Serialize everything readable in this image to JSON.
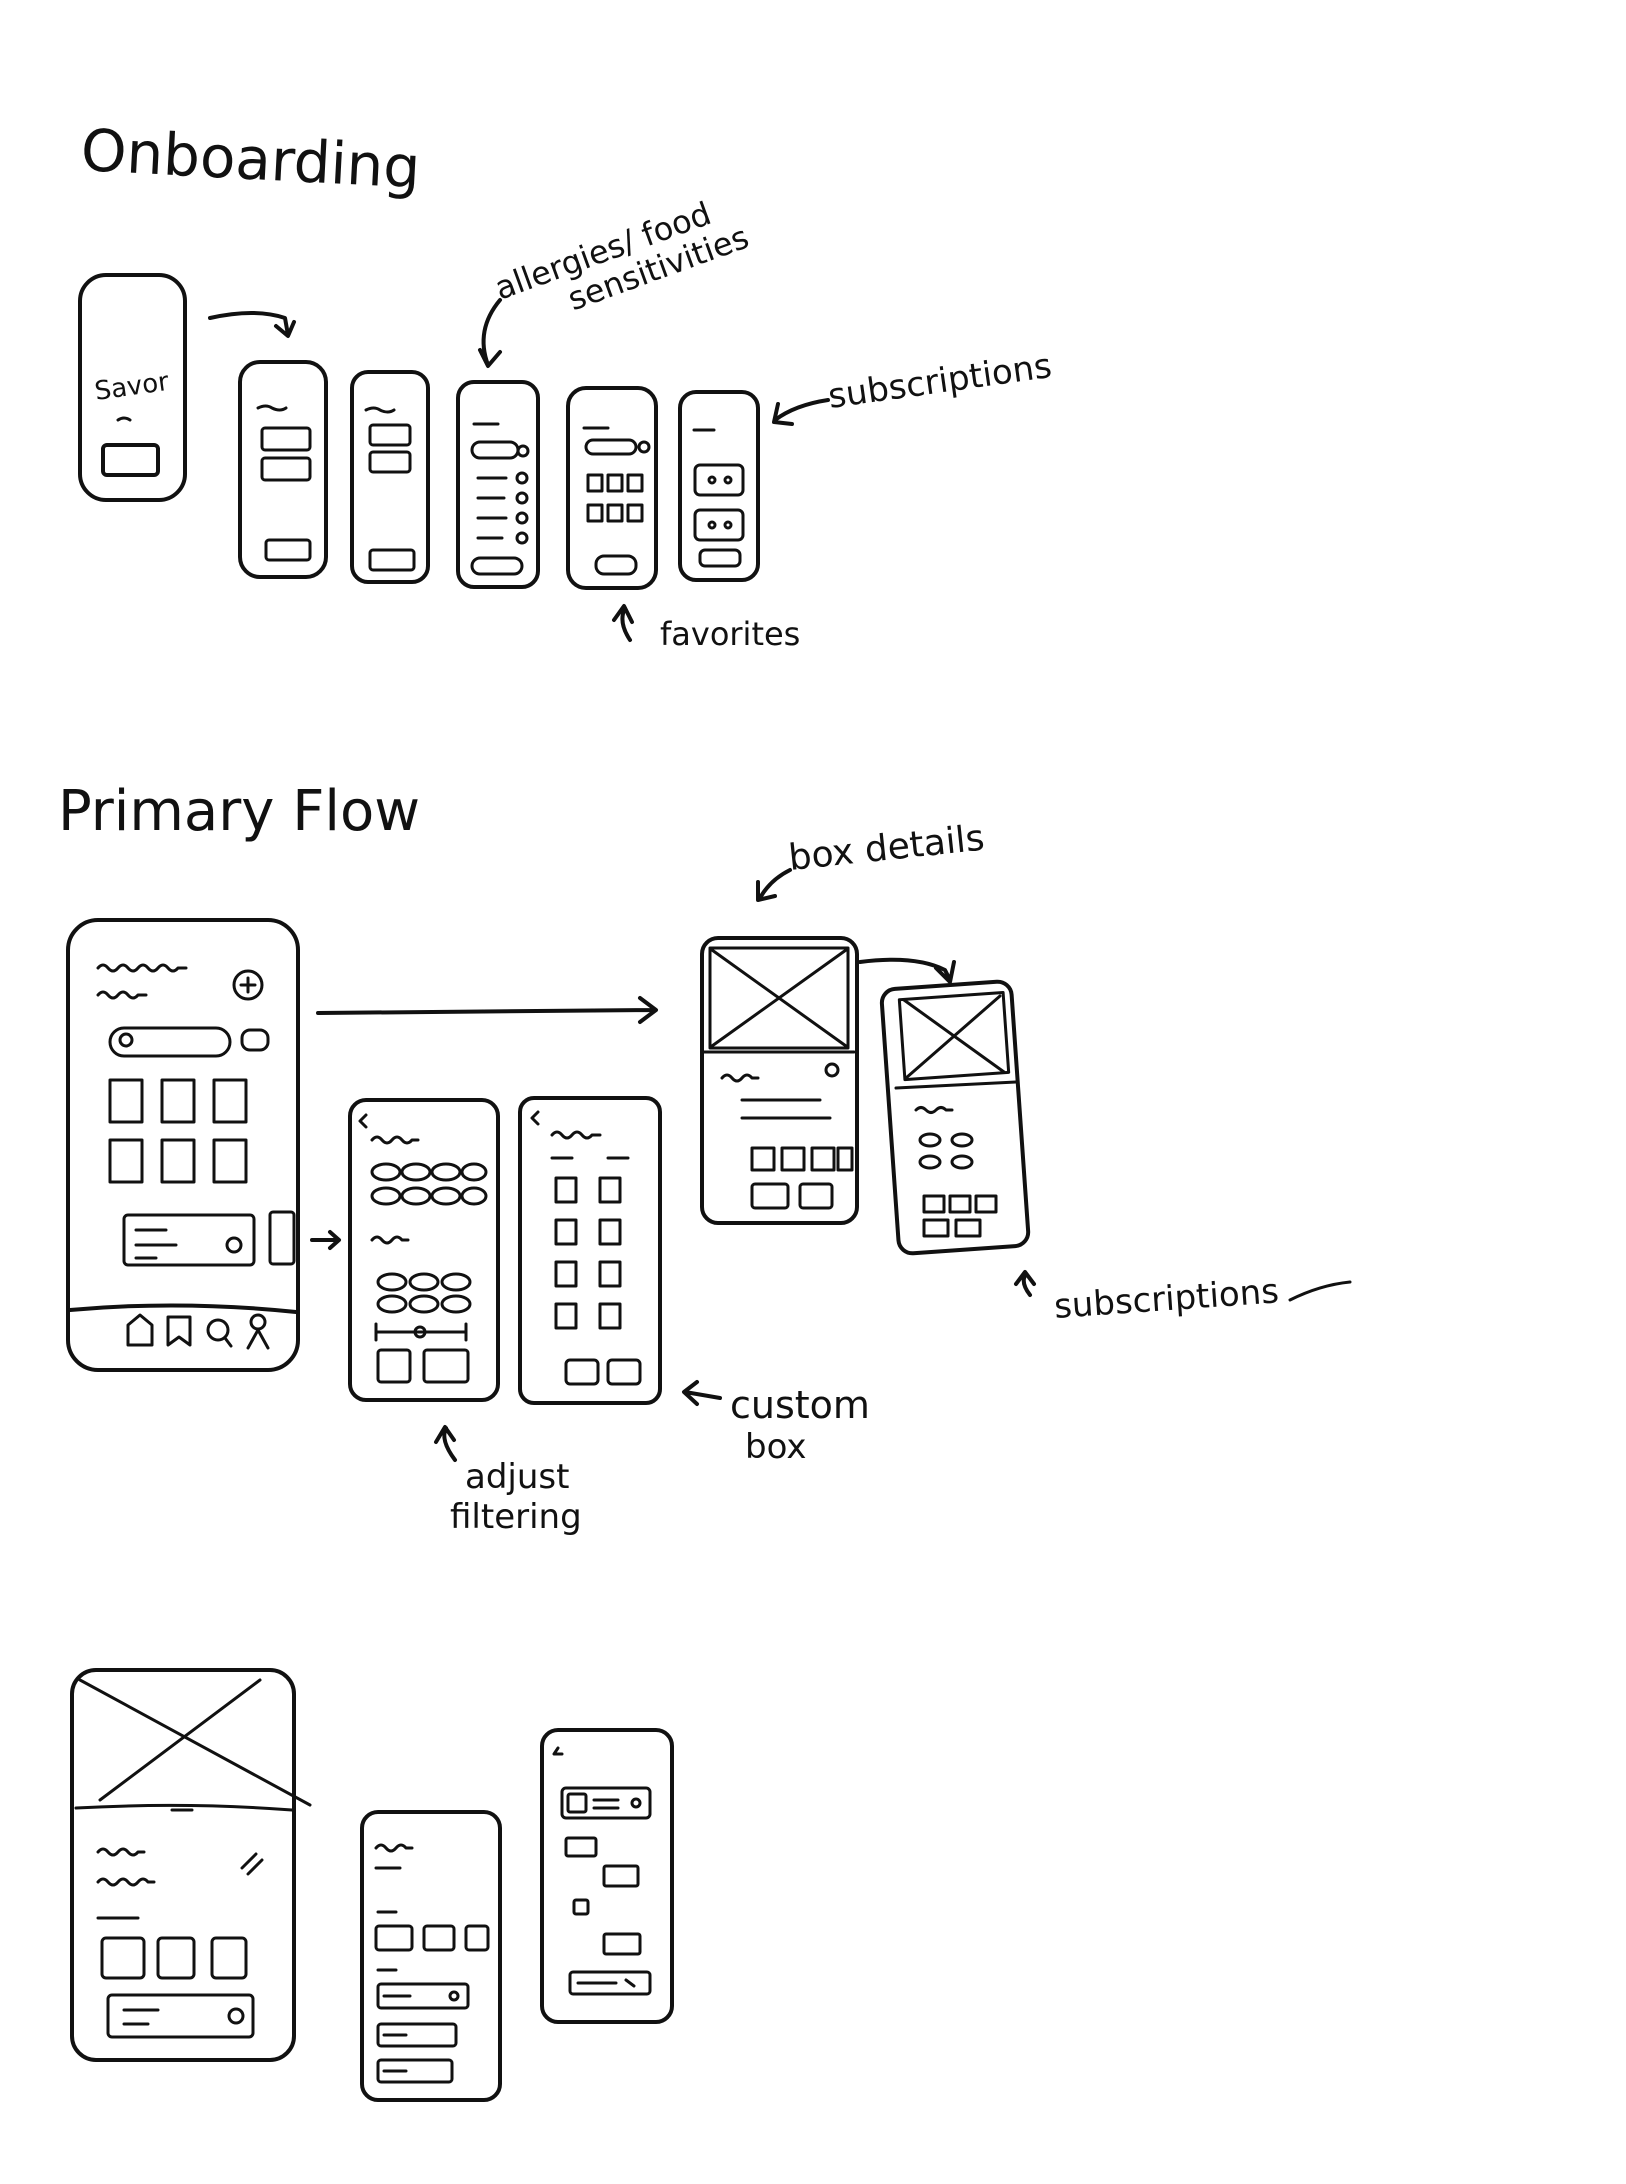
{
  "colors": {
    "ink": "#111111",
    "paper": "#ffffff"
  },
  "sections": {
    "onboarding": {
      "title": "Onboarding"
    },
    "primary_flow": {
      "title": "Primary Flow"
    }
  },
  "onboarding": {
    "splash_label": "Savor",
    "annotations": {
      "allergies": [
        "allergies/ food",
        "sensitivities"
      ],
      "subscriptions": "subscriptions",
      "favorites": "favorites"
    }
  },
  "primary_flow": {
    "annotations": {
      "box_details": "box details",
      "subscriptions": "subscriptions",
      "custom_box": [
        "custom",
        "box"
      ],
      "adjust_filtering": [
        "adjust",
        "filtering"
      ]
    }
  },
  "icons": {
    "arrow": "arrow-icon",
    "image_placeholder": "image-placeholder-icon",
    "nav": [
      "home-icon",
      "bookmark-icon",
      "search-icon",
      "profile-icon"
    ]
  }
}
